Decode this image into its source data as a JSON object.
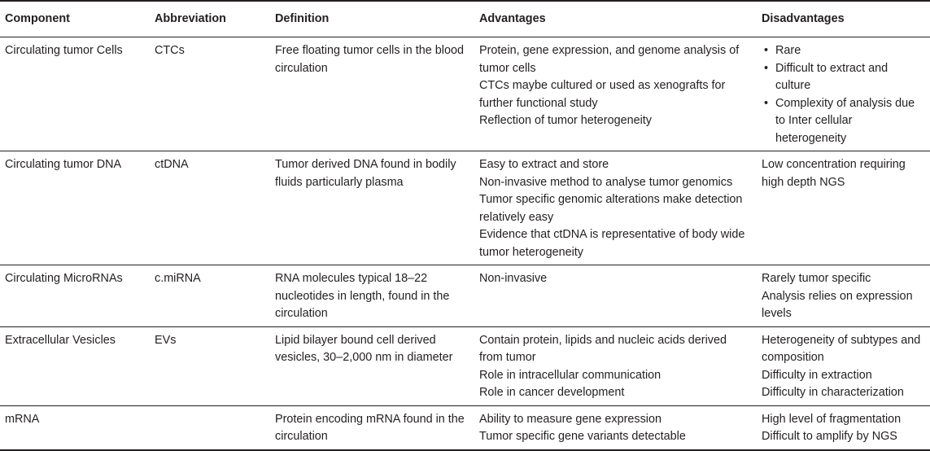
{
  "headers": [
    "Component",
    "Abbreviation",
    "Definition",
    "Advantages",
    "Disadvantages"
  ],
  "rows": [
    {
      "component": "Circulating tumor Cells",
      "abbreviation": "CTCs",
      "definition": "Free floating tumor cells in the blood circulation",
      "advantages": [
        "Protein, gene expression, and genome analysis of tumor cells",
        "CTCs maybe cultured or used as xenografts for further functional study",
        "Reflection of tumor heterogeneity"
      ],
      "disadvantages_bullets": [
        "Rare",
        "Difficult to extract and culture",
        "Complexity of analysis due to Inter cellular heterogeneity"
      ],
      "bullet_glyph": "•"
    },
    {
      "component": "Circulating tumor DNA",
      "abbreviation": "ctDNA",
      "definition": "Tumor derived DNA found in bodily fluids particularly plasma",
      "advantages": [
        "Easy to extract and store",
        "Non-invasive method to analyse tumor genomics",
        "Tumor specific genomic alterations make detection relatively easy",
        "Evidence that ctDNA is representative of body wide tumor heterogeneity"
      ],
      "disadvantages": [
        "Low concentration requiring high depth NGS"
      ]
    },
    {
      "component": "Circulating MicroRNAs",
      "abbreviation": "c.miRNA",
      "definition": "RNA molecules typical 18–22 nucleotides in length, found in the circulation",
      "advantages": [
        "Non-invasive"
      ],
      "disadvantages": [
        "Rarely tumor specific",
        "Analysis relies on expression levels"
      ]
    },
    {
      "component": "Extracellular Vesicles",
      "abbreviation": "EVs",
      "definition": "Lipid bilayer bound cell derived vesicles, 30–2,000 nm in diameter",
      "advantages": [
        "Contain protein, lipids and nucleic acids derived from tumor",
        "Role in intracellular communication",
        "Role in cancer development"
      ],
      "disadvantages": [
        "Heterogeneity of subtypes and composition",
        "Difficulty in extraction",
        "Difficulty in characterization"
      ]
    },
    {
      "component": "mRNA",
      "abbreviation": "",
      "definition": "Protein encoding mRNA found in the circulation",
      "advantages": [
        "Ability to measure gene expression",
        "Tumor specific gene variants detectable"
      ],
      "disadvantages": [
        "High level of fragmentation",
        "Difficult to amplify by NGS"
      ]
    }
  ]
}
